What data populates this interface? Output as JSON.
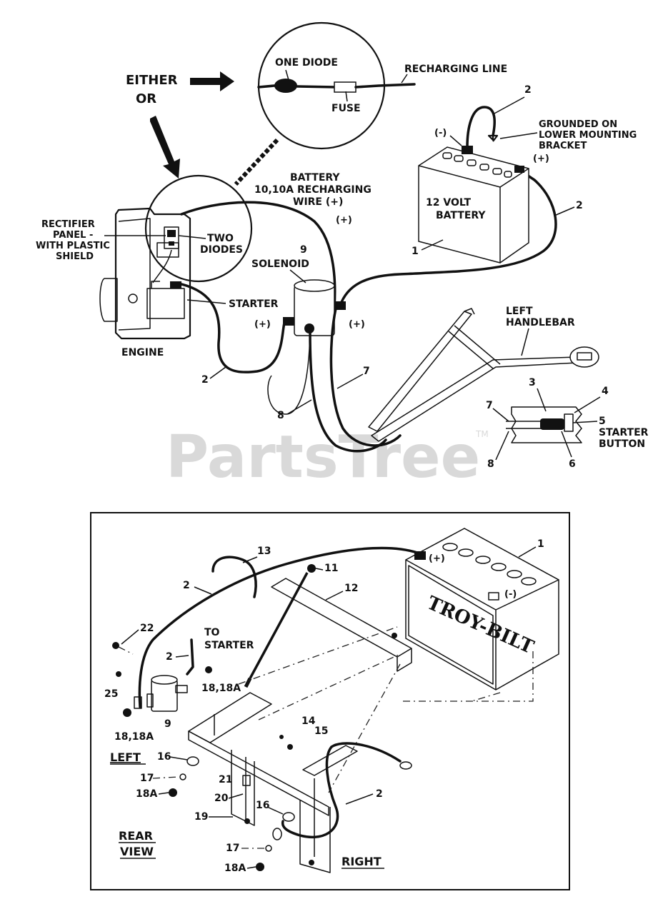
{
  "watermark": {
    "text": "PartsTree",
    "tm": "TM"
  },
  "top_diagram": {
    "either": "EITHER",
    "or": "OR",
    "one_diode": "ONE DIODE",
    "recharging_line": "RECHARGING LINE",
    "fuse": "FUSE",
    "battery_recharging_wire": [
      "BATTERY",
      "10,10A RECHARGING",
      "WIRE (+)"
    ],
    "plus_small": "(+)",
    "rectifier_panel": [
      "RECTIFIER",
      "PANEL -",
      "WITH PLASTIC",
      "SHIELD"
    ],
    "two_diodes": [
      "TWO",
      "DIODES"
    ],
    "solenoid_num": "9",
    "solenoid": "SOLENOID",
    "starter": "STARTER",
    "engine": "ENGINE",
    "battery_label": [
      "12 VOLT",
      "BATTERY"
    ],
    "grounded": [
      "GROUNDED ON",
      "LOWER MOUNTING",
      "BRACKET"
    ],
    "plus": "(+)",
    "minus": "(-)",
    "left_handlebar": [
      "LEFT",
      "HANDLEBAR"
    ],
    "starter_button": [
      "STARTER",
      "BUTTON"
    ],
    "callouts": {
      "c2a": "2",
      "c2b": "2",
      "c2c": "2",
      "c1": "1",
      "c7a": "7",
      "c8a": "8",
      "c3": "3",
      "c4": "4",
      "c5": "5",
      "c6": "6",
      "c7b": "7",
      "c8b": "8",
      "sol_left": "(+)",
      "sol_right": "(+)"
    }
  },
  "bottom_diagram": {
    "callouts": {
      "n1": "1",
      "n2a": "2",
      "n2b": "2",
      "n2c": "2",
      "n9": "9",
      "n11": "11",
      "n12": "12",
      "n13": "13",
      "n14": "14",
      "n15": "15",
      "n16a": "16",
      "n16b": "16",
      "n17a": "17",
      "n17b": "17",
      "n18a": "18A",
      "n18b": "18A",
      "n18c": "18,18A",
      "n18d": "18,18A",
      "n19": "19",
      "n20": "20",
      "n21": "21",
      "n22": "22",
      "n25": "25"
    },
    "to_starter": [
      "TO",
      "STARTER"
    ],
    "left": "LEFT",
    "right": "RIGHT",
    "rear_view": [
      "REAR",
      "VIEW"
    ],
    "battery_plus": "(+)",
    "battery_minus": "(-)",
    "battery_brand": "TROY-BILT"
  }
}
